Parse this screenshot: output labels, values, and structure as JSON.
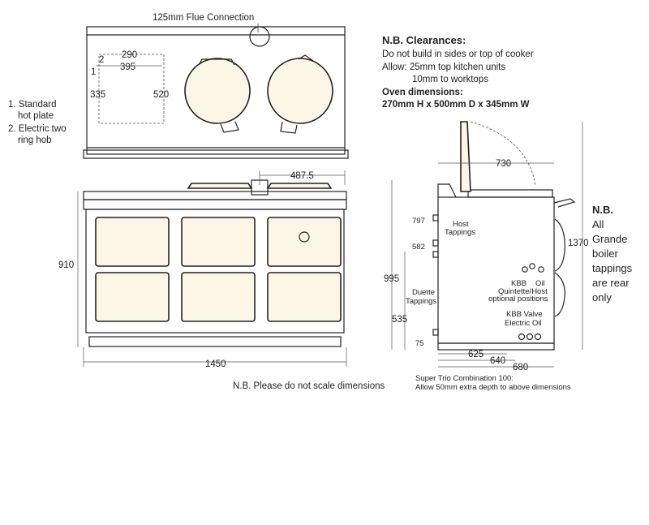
{
  "top_view": {
    "flue_label": "125mm Flue Connection",
    "plate_index_2": "2",
    "plate_index_1": "1",
    "dim_290": "290",
    "dim_395": "395",
    "dim_335": "335",
    "dim_520": "520"
  },
  "legend": {
    "item1_line1": "1. Standard",
    "item1_line2": "hot plate",
    "item2_line1": "2. Electric two",
    "item2_line2": "ring hob"
  },
  "clearances": {
    "title": "N.B. Clearances:",
    "line1": "Do not build in sides or top of cooker",
    "line2": "Allow: 25mm top kitchen units",
    "line3": "10mm to worktops",
    "oven_title": "Oven dimensions:",
    "oven_dims": "270mm H x 500mm D x 345mm W"
  },
  "front_view": {
    "dim_4875": "487.5",
    "dim_910": "910",
    "dim_1450": "1450",
    "note": "N.B. Please do not scale dimensions"
  },
  "side_view": {
    "dim_730": "730",
    "dim_1370": "1370",
    "dim_995": "995",
    "dim_535": "535",
    "dim_797": "797",
    "dim_582": "582",
    "dim_75": "75",
    "dim_625": "625",
    "dim_640": "640",
    "dim_680": "680",
    "host_tappings_1": "Host",
    "host_tappings_2": "Tappings",
    "duette_1": "Duette",
    "duette_2": "Tappings",
    "kbb": "KBB",
    "oil_top": "Oil",
    "quintette": "Quintette/Host",
    "optional": "optional positions",
    "kbb_valve": "KBB Valve",
    "electric": "Electric",
    "oil_bottom": "Oil",
    "super_trio_1": "Super Trio Combination 100:",
    "super_trio_2": "Allow 50mm extra depth to above dimensions"
  },
  "grande_note": {
    "line1": "N.B.",
    "line2": "All",
    "line3": "Grande",
    "line4": "boiler",
    "line5": "tappings",
    "line6": "are rear",
    "line7": "only"
  }
}
